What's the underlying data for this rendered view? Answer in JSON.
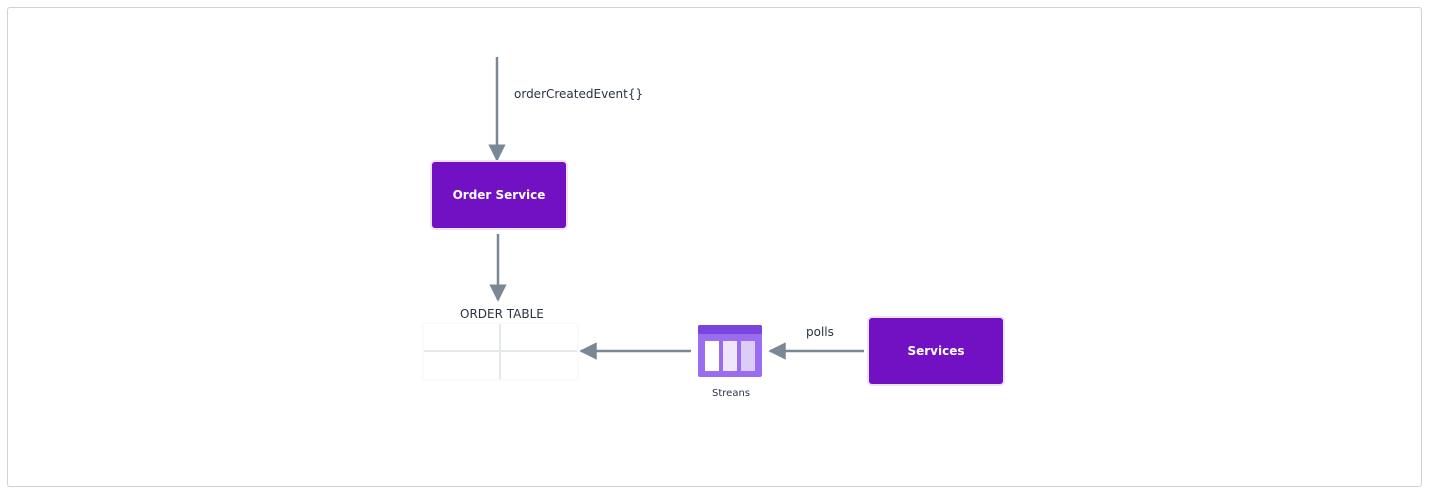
{
  "diagram": {
    "event_label": "orderCreatedEvent{}",
    "order_service_label": "Order Service",
    "order_table_label": "ORDER TABLE",
    "streams_label": "Streans",
    "polls_label": "polls",
    "services_label": "Services"
  },
  "colors": {
    "node_fill": "#7211c4",
    "edge": "#7a8794",
    "streams_icon": "#8a52e6",
    "text": "#2b3440"
  },
  "icons": [
    "table-icon",
    "streams-icon",
    "arrow-head-icon"
  ]
}
